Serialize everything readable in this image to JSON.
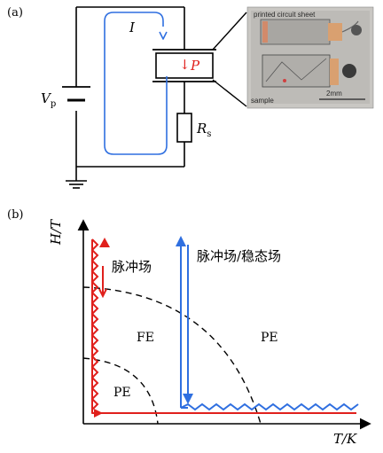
{
  "panel_a": {
    "label": "(a)",
    "current_label": "I",
    "polarization_arrow": "↓",
    "polarization_label": "P",
    "voltage_symbol": "V",
    "voltage_sub": "p",
    "resistor_symbol": "R",
    "resistor_sub": "s",
    "photo": {
      "top_text": "printed circuit sheet",
      "sample_text": "sample",
      "scale_text": "2mm"
    }
  },
  "panel_b": {
    "label": "(b)",
    "y_axis_label": "H/T",
    "x_axis_label": "T/K",
    "region_fe": "FE",
    "region_pe_right": "PE",
    "region_pe_left": "PE",
    "pulse_field_label": "脉冲场",
    "pulse_steady_label": "脉冲场/稳态场"
  },
  "colors": {
    "red": "#e0201c",
    "blue": "#2f6fe0",
    "black": "#000000"
  }
}
